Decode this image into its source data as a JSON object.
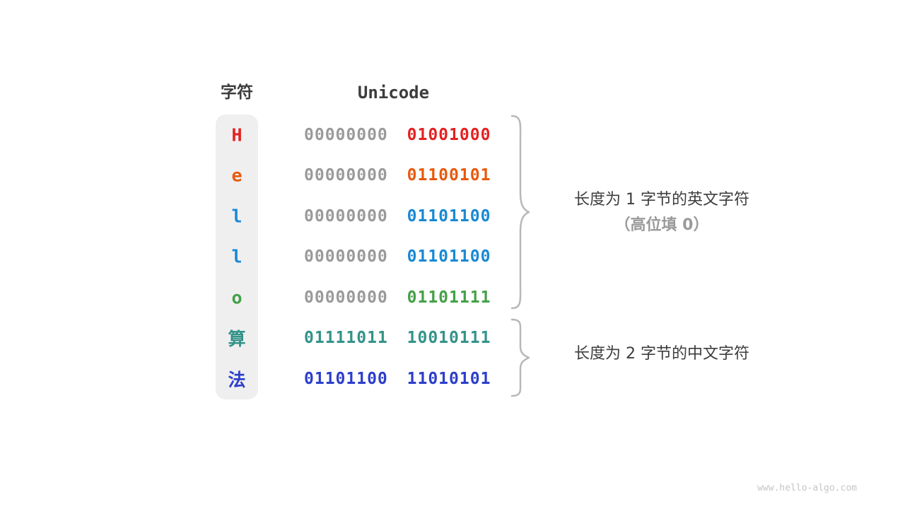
{
  "header": {
    "char_col": "字符",
    "unicode_col": "Unicode"
  },
  "rows": [
    {
      "char": "H",
      "byte1": "00000000",
      "byte2": "01001000",
      "color": "red",
      "byte1_color": "gray"
    },
    {
      "char": "e",
      "byte1": "00000000",
      "byte2": "01100101",
      "color": "orange",
      "byte1_color": "gray"
    },
    {
      "char": "l",
      "byte1": "00000000",
      "byte2": "01101100",
      "color": "blue",
      "byte1_color": "gray"
    },
    {
      "char": "l",
      "byte1": "00000000",
      "byte2": "01101100",
      "color": "blue",
      "byte1_color": "gray"
    },
    {
      "char": "o",
      "byte1": "00000000",
      "byte2": "01101111",
      "color": "green",
      "byte1_color": "gray"
    },
    {
      "char": "算",
      "byte1": "01111011",
      "byte2": "10010111",
      "color": "teal",
      "byte1_color": "teal"
    },
    {
      "char": "法",
      "byte1": "01101100",
      "byte2": "11010101",
      "color": "indigo",
      "byte1_color": "indigo"
    }
  ],
  "annotations": {
    "english": {
      "line1": "长度为 1 字节的英文字符",
      "line2": "（高位填 0）"
    },
    "chinese": {
      "line1": "长度为 2 字节的中文字符"
    }
  },
  "watermark": "www.hello-algo.com",
  "colors": {
    "red": "#e42121",
    "orange": "#e8590c",
    "blue": "#1789d4",
    "green": "#44a047",
    "teal": "#339388",
    "indigo": "#2c3ecb",
    "gray": "#9a9a9a",
    "dark": "#3d3d3d",
    "pill_bg": "#efeff0",
    "brace": "#b8b8b8",
    "watermark": "#c6c6c6"
  }
}
